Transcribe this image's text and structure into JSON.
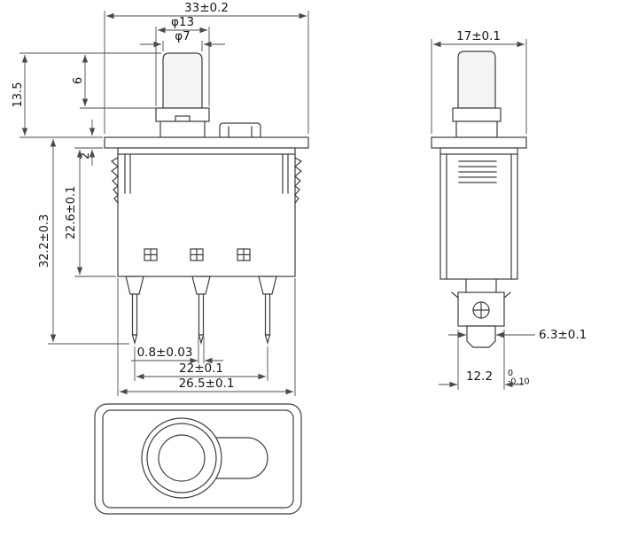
{
  "drawing_title": "push-button-switch-technical-drawing",
  "front_view": {
    "dim_flange_width": "33±0.2",
    "dim_button_outer_dia": "φ13",
    "dim_button_inner_dia": "φ7",
    "dim_button_height": "6",
    "dim_cap_height": "13.5",
    "dim_flange_thickness": "2",
    "dim_body_height": "22.6±0.1",
    "dim_overall_height": "32.2±0.3",
    "dim_pin_thickness": "0.8±0.03",
    "dim_pin_pitch": "22±0.1",
    "dim_body_width": "26.5±0.1"
  },
  "side_view": {
    "dim_flange_width": "17±0.1",
    "dim_latch_width": "6.3±0.1",
    "dim_base_width": "12.2",
    "dim_base_tol_upper": "0",
    "dim_base_tol_lower": "-0.10"
  }
}
